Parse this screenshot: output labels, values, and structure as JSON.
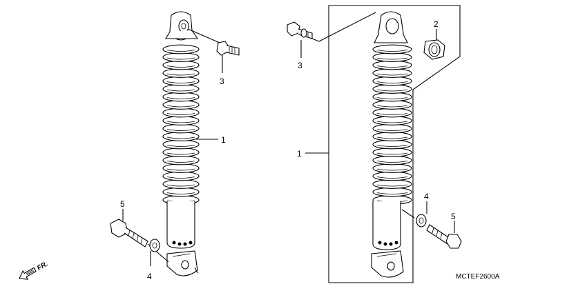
{
  "labels": {
    "left_shock": "1",
    "left_bolt_top": "3",
    "left_bolt_bottom": "5",
    "left_washer": "4",
    "right_shock": "1",
    "right_collar": "2",
    "right_bolt_top": "3",
    "right_washer": "4",
    "right_bolt_bottom": "5"
  },
  "direction_mark": "FR.",
  "diagram_code": "MCTEF2600A"
}
